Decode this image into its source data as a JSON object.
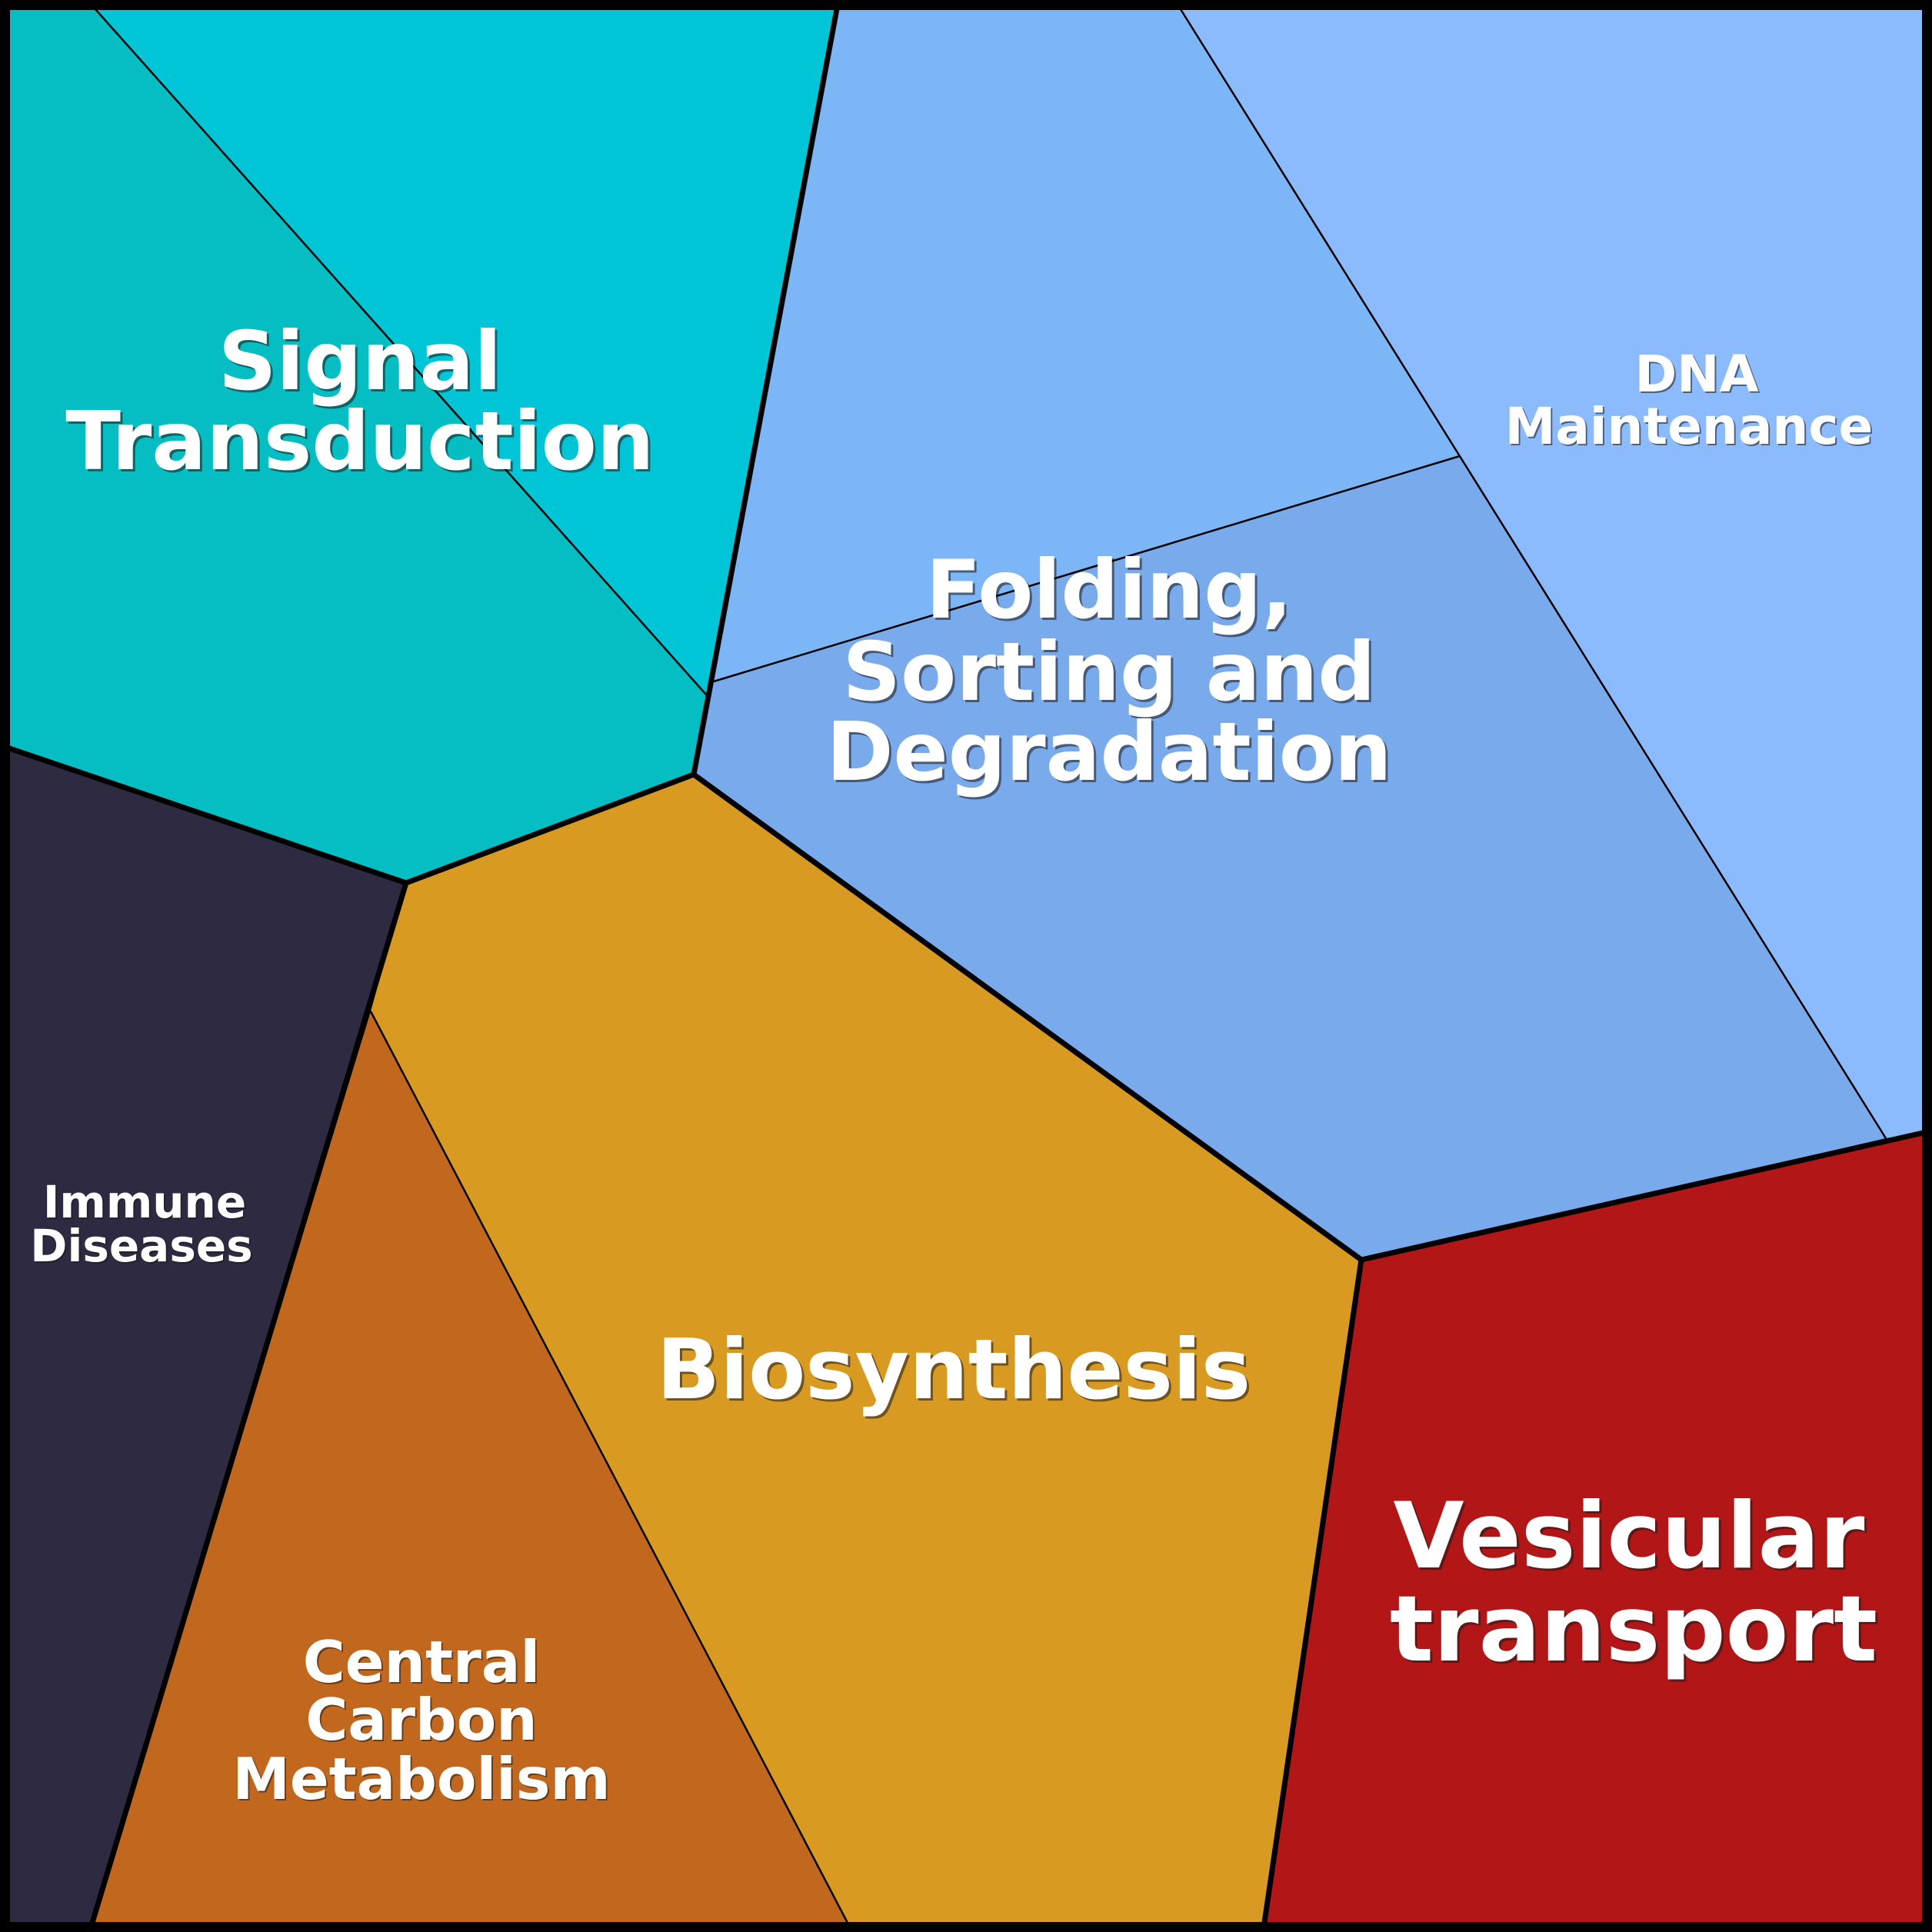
{
  "diagram": {
    "type": "voronoi-treemap",
    "regions": [
      {
        "name": "Signal Transduction",
        "lines": [
          "Signal",
          "Transduction"
        ],
        "subcells": [
          {
            "color": "#05BEC3"
          },
          {
            "color": "#00C5D6"
          }
        ]
      },
      {
        "name": "Folding, Sorting and Degradation",
        "lines": [
          "Folding,",
          "Sorting and",
          "Degradation"
        ],
        "subcells": [
          {
            "color": "#7DB6F6"
          },
          {
            "color": "#78AAEC"
          }
        ]
      },
      {
        "name": "DNA Maintenance",
        "lines": [
          "DNA",
          "Maintenance"
        ],
        "subcells": [
          {
            "color": "#8BBAFD"
          }
        ]
      },
      {
        "name": "Immune Diseases",
        "lines": [
          "Immune",
          "Diseases"
        ],
        "subcells": [
          {
            "color": "#2E2A42"
          }
        ]
      },
      {
        "name": "Biosynthesis",
        "lines": [
          "Biosynthesis"
        ],
        "subcells": [
          {
            "color": "#D99A22"
          }
        ]
      },
      {
        "name": "Central Carbon Metabolism",
        "lines": [
          "Central",
          "Carbon",
          "Metabolism"
        ],
        "subcells": [
          {
            "color": "#C2681E"
          }
        ]
      },
      {
        "name": "Vesicular transport",
        "lines": [
          "Vesicular",
          "transport"
        ],
        "subcells": [
          {
            "color": "#B31616"
          }
        ]
      }
    ],
    "label_color": "#FFFFFF",
    "border_color": "#000000"
  }
}
